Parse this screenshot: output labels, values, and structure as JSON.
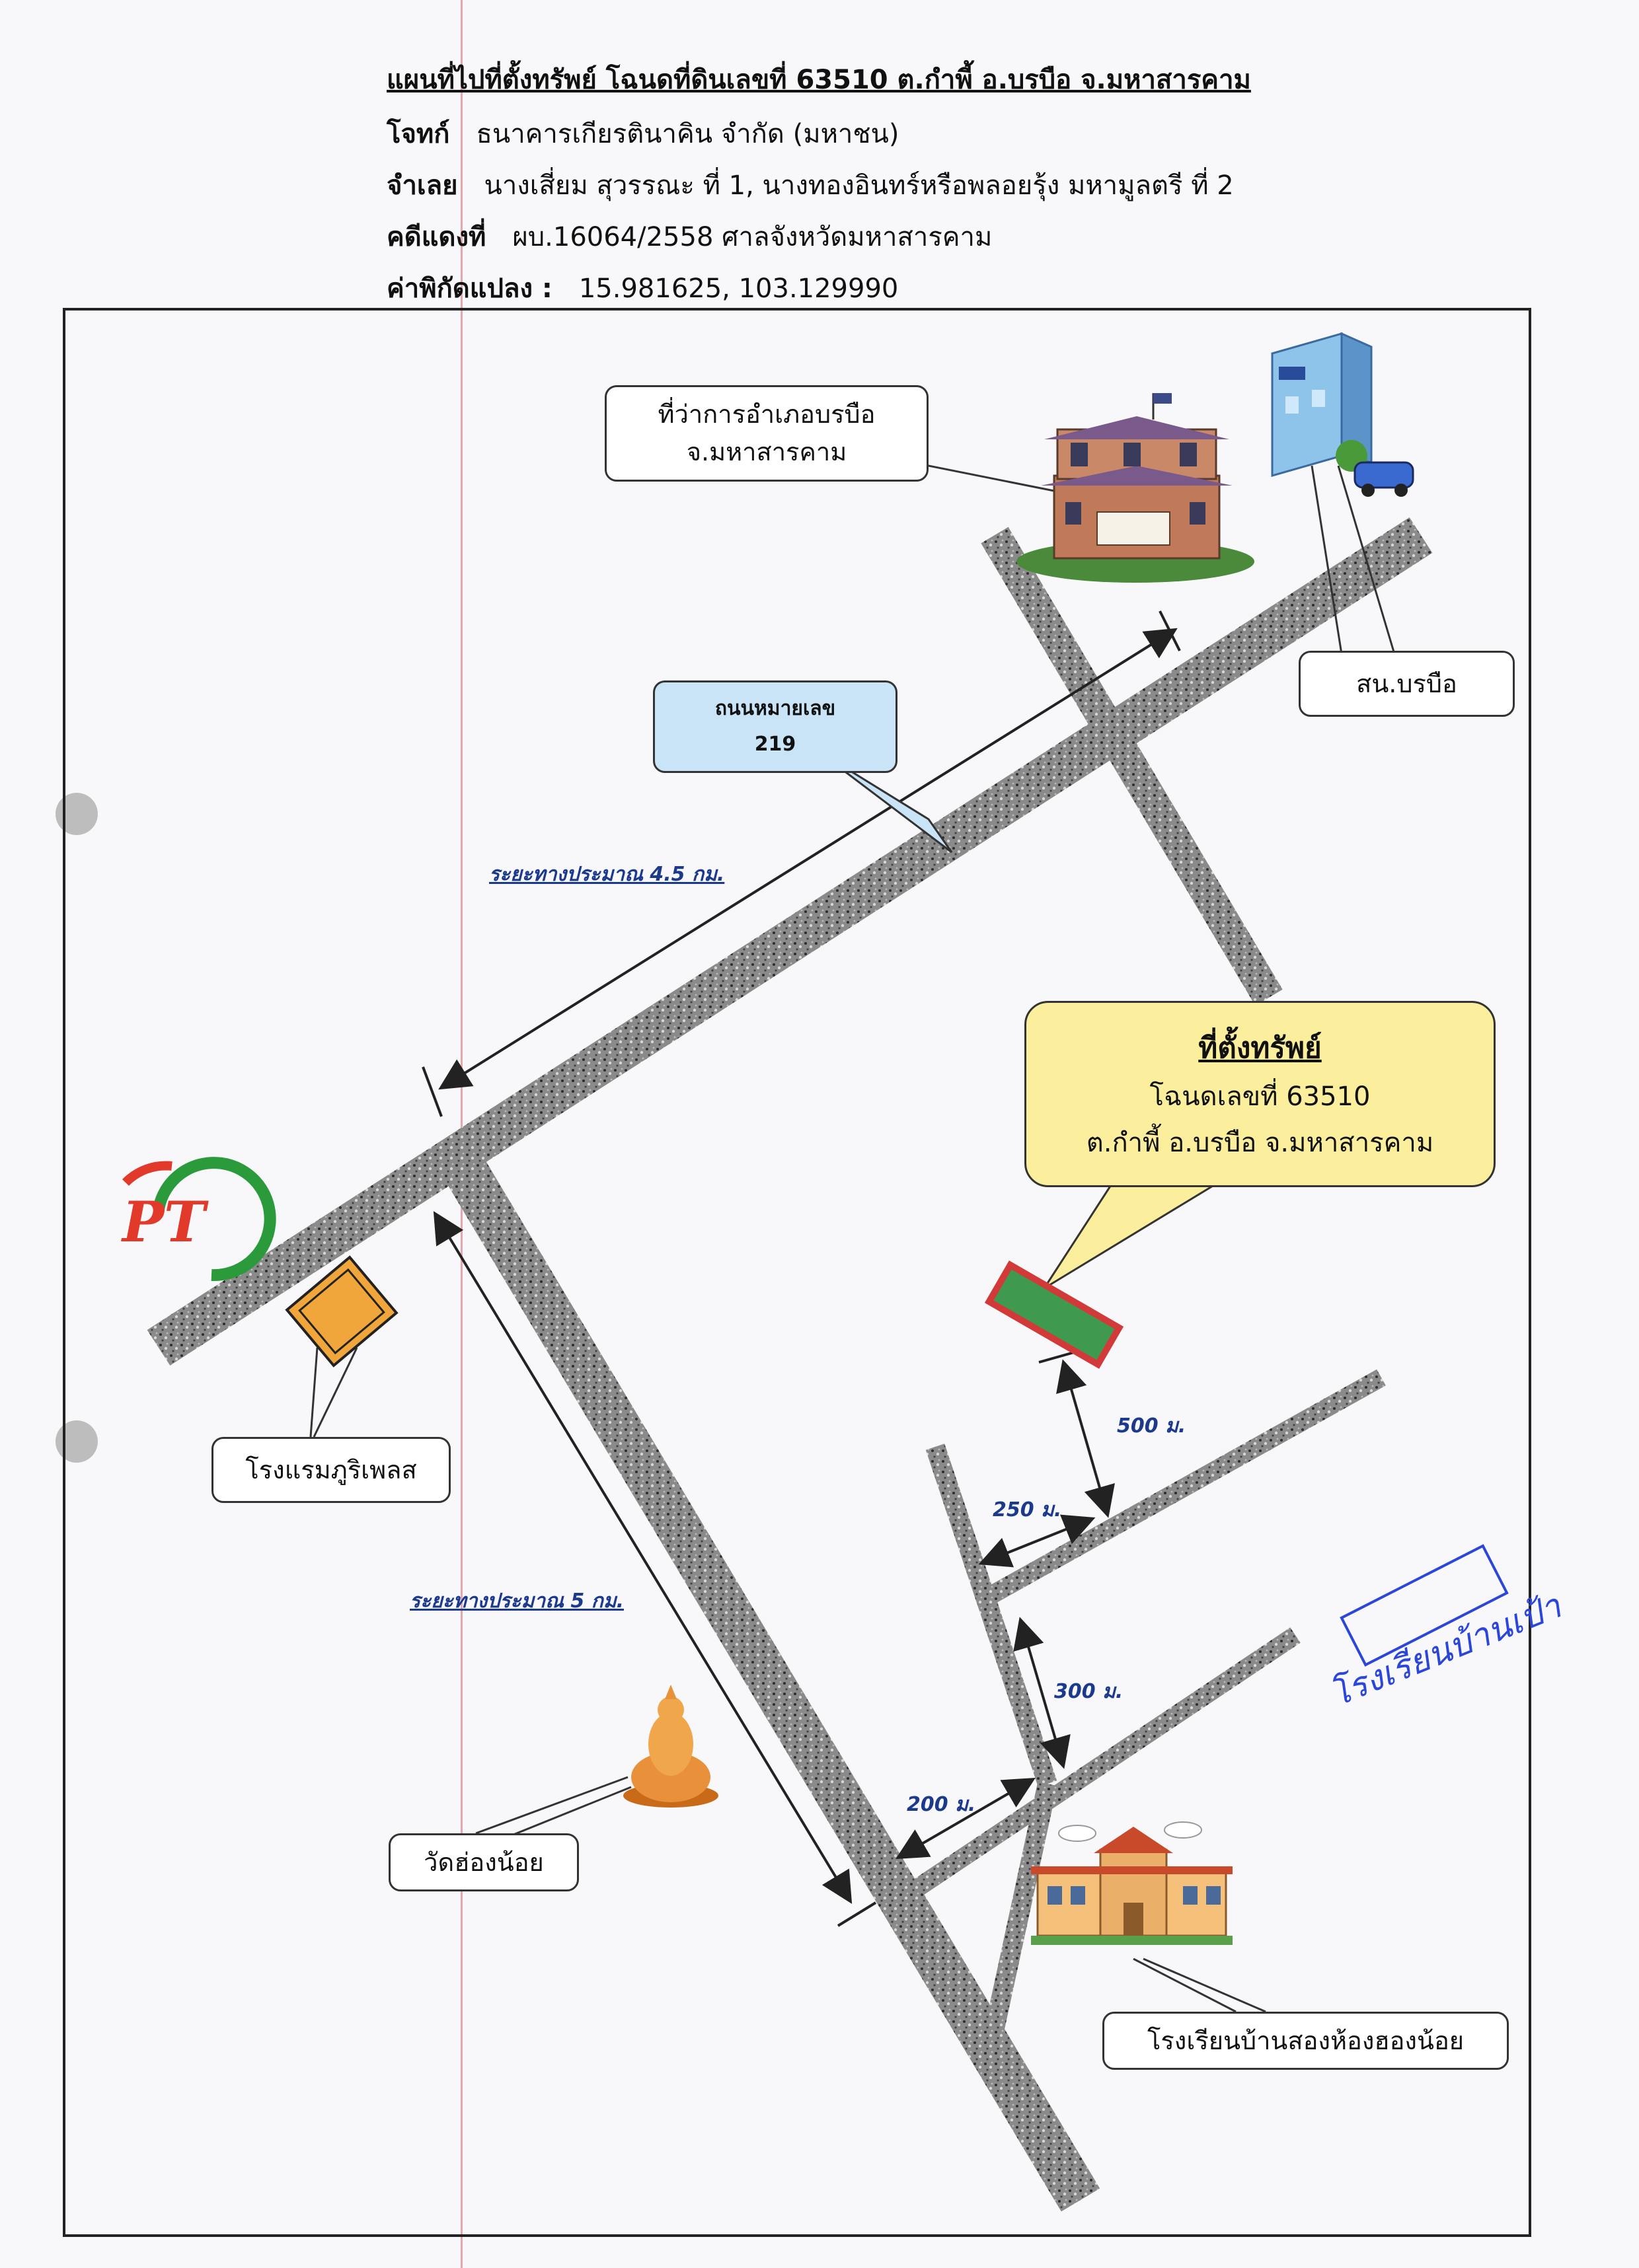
{
  "header": {
    "title": "แผนที่ไปที่ตั้งทรัพย์ โฉนดที่ดินเลขที่ 63510 ต.กำพี้ อ.บรบือ จ.มหาสารคาม",
    "plaintiff_label": "โจทก์",
    "plaintiff_value": "ธนาคารเกียรตินาคิน จำกัด (มหาชน)",
    "defendant_label": "จำเลย",
    "defendant_value": "นางเสี่ยม สุวรรณะ ที่ 1, นางทองอินทร์หรือพลอยรุ้ง มหามูลตรี ที่ 2",
    "case_label": "คดีแดงที่",
    "case_value": "ผบ.16064/2558 ศาลจังหวัดมหาสารคาม",
    "coord_label": "ค่าพิกัดแปลง :",
    "coord_value": "15.981625, 103.129990"
  },
  "labels": {
    "district_office": [
      "ที่ว่าการอำเภอบรบือ",
      "จ.มหาสารคาม"
    ],
    "police": "สน.บรบือ",
    "highway": [
      "ถนนหมายเลข",
      "219"
    ],
    "property": [
      "ที่ตั้งทรัพย์",
      "โฉนดเลขที่ 63510",
      "ต.กำพี้ อ.บรบือ จ.มหาสารคาม"
    ],
    "hotel": "โรงแรมภูริเพลส",
    "temple": "วัดฮ่องน้อย",
    "school": "โรงเรียนบ้านสองห้องฮองน้อย",
    "handwritten": "โรงเรียนบ้านเป้า",
    "logo": "PT"
  },
  "distances": {
    "top_road": "ระยะทางประมาณ 4.5 กม.",
    "left_road": "ระยะทางประมาณ 5 กม.",
    "d500": "500 ม.",
    "d250": "250 ม.",
    "d300": "300 ม.",
    "d200": "200 ม."
  },
  "colors": {
    "road": "#8a8a8a",
    "highway_box": "#c9e3f7",
    "property_box": "#fbef9e",
    "property_plot": "#3f9a4f",
    "property_border": "#d23a3a",
    "hotel": "#f0a63a",
    "distance_text": "#1b3a8c",
    "handwriting": "#2b46d8"
  }
}
